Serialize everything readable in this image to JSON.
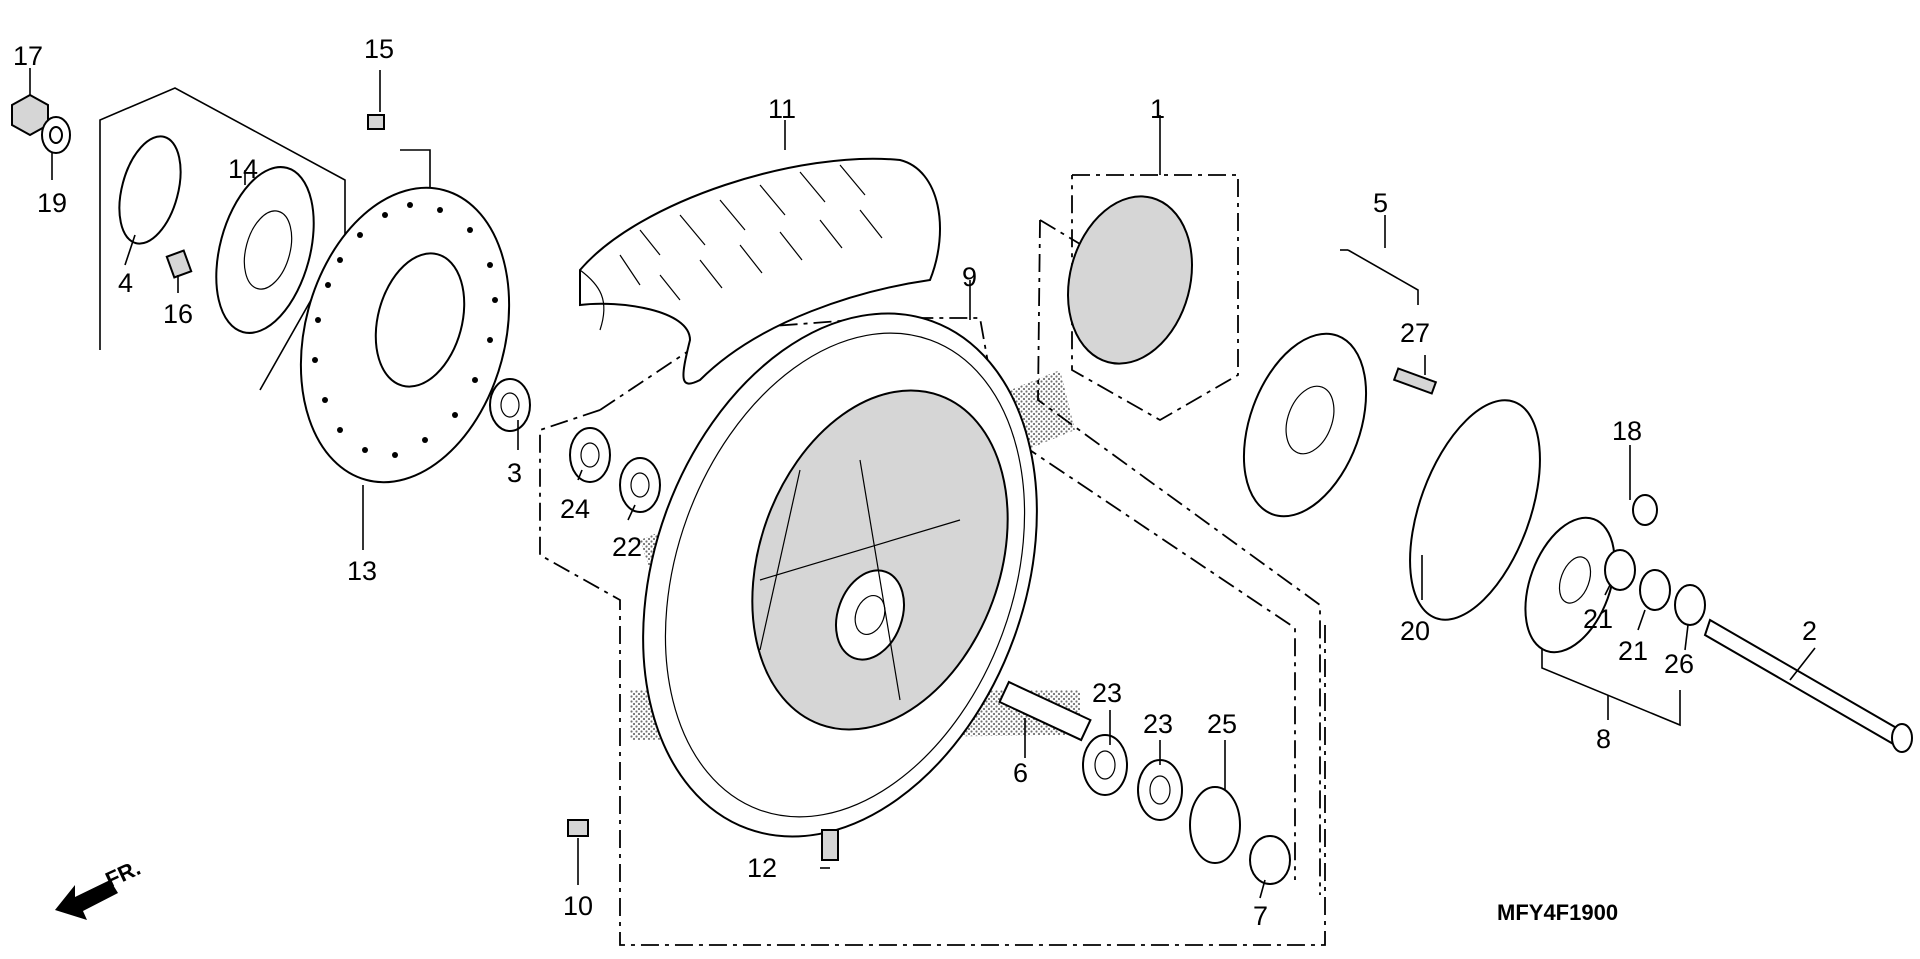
{
  "diagram": {
    "callouts": [
      "1",
      "2",
      "3",
      "4",
      "5",
      "6",
      "7",
      "8",
      "9",
      "10",
      "11",
      "12",
      "13",
      "14",
      "15",
      "16",
      "17",
      "18",
      "19",
      "20",
      "21",
      "21",
      "22",
      "23",
      "23",
      "24",
      "25",
      "26",
      "27"
    ],
    "drawing_code": "MFY4F1900",
    "direction_label": "FR."
  }
}
